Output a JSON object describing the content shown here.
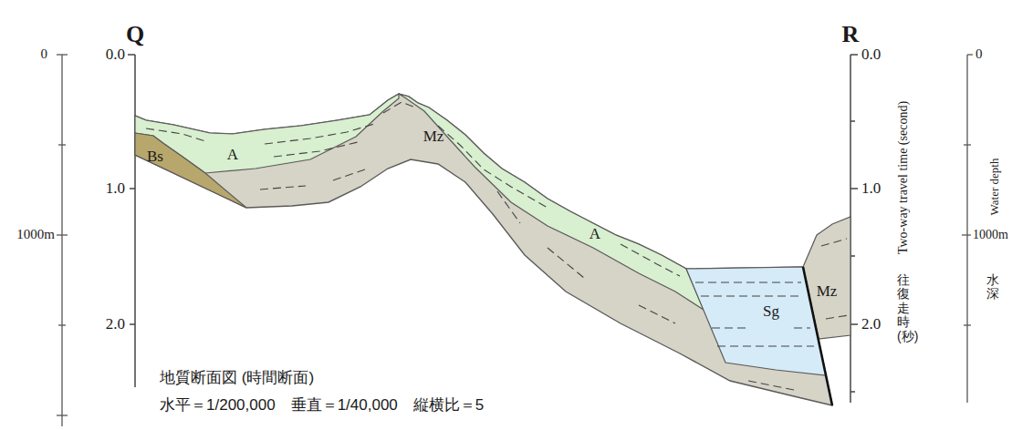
{
  "diagram": {
    "caption": "地質断面図 (時間断面)",
    "labels": [
      "Q",
      "R",
      "0.0",
      "1.0",
      "2.0",
      "0.0",
      "1.0",
      "2.0",
      "0",
      "1000m",
      "0",
      "1000m",
      "Two-way travel time (second)",
      "往復走時(秒)",
      "Water depth",
      "水深",
      "Bs",
      "A",
      "Mz",
      "A",
      "Sg",
      "Mz",
      "水平＝1/200,000　垂直＝1/40,000　縦横比＝5"
    ]
  }
}
